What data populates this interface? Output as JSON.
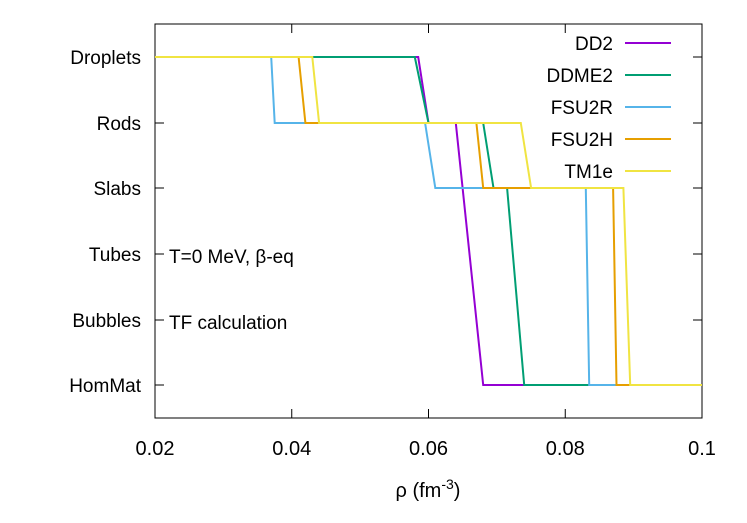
{
  "chart_data": {
    "type": "line",
    "title": "",
    "xlabel": "ρ (fm",
    "xlabel_sup": "-3",
    "xlabel_end": ")",
    "ylabel": "",
    "xlim": [
      0.02,
      0.1
    ],
    "x_ticks": [
      0.02,
      0.04,
      0.06,
      0.08,
      0.1
    ],
    "x_tick_labels": [
      "0.02",
      "0.04",
      "0.06",
      "0.08",
      "0.1"
    ],
    "y_categories": [
      "HomMat",
      "Bubbles",
      "Tubes",
      "Slabs",
      "Rods",
      "Droplets"
    ],
    "grid": false,
    "legend_position": "top-right",
    "annotations": [
      "T=0 MeV, β-eq",
      "TF calculation"
    ],
    "series": [
      {
        "name": "DD2",
        "color": "#9400d3",
        "points": [
          [
            0.02,
            5
          ],
          [
            0.0585,
            5
          ],
          [
            0.06,
            4
          ],
          [
            0.064,
            4
          ],
          [
            0.068,
            0
          ],
          [
            0.1,
            0
          ]
        ]
      },
      {
        "name": "DDME2",
        "color": "#009e73",
        "points": [
          [
            0.02,
            5
          ],
          [
            0.058,
            5
          ],
          [
            0.06,
            4
          ],
          [
            0.068,
            4
          ],
          [
            0.0695,
            3
          ],
          [
            0.0715,
            3
          ],
          [
            0.074,
            0
          ],
          [
            0.1,
            0
          ]
        ]
      },
      {
        "name": "FSU2R",
        "color": "#56b4e9",
        "points": [
          [
            0.02,
            5
          ],
          [
            0.037,
            5
          ],
          [
            0.0375,
            4
          ],
          [
            0.0595,
            4
          ],
          [
            0.061,
            3
          ],
          [
            0.083,
            3
          ],
          [
            0.0835,
            0
          ],
          [
            0.1,
            0
          ]
        ]
      },
      {
        "name": "FSU2H",
        "color": "#e69f00",
        "points": [
          [
            0.02,
            5
          ],
          [
            0.041,
            5
          ],
          [
            0.042,
            4
          ],
          [
            0.067,
            4
          ],
          [
            0.068,
            3
          ],
          [
            0.087,
            3
          ],
          [
            0.0875,
            0
          ],
          [
            0.1,
            0
          ]
        ]
      },
      {
        "name": "TM1e",
        "color": "#f0e442",
        "points": [
          [
            0.02,
            5
          ],
          [
            0.043,
            5
          ],
          [
            0.044,
            4
          ],
          [
            0.0735,
            4
          ],
          [
            0.075,
            3
          ],
          [
            0.0885,
            3
          ],
          [
            0.0895,
            0
          ],
          [
            0.1,
            0
          ]
        ]
      }
    ]
  }
}
